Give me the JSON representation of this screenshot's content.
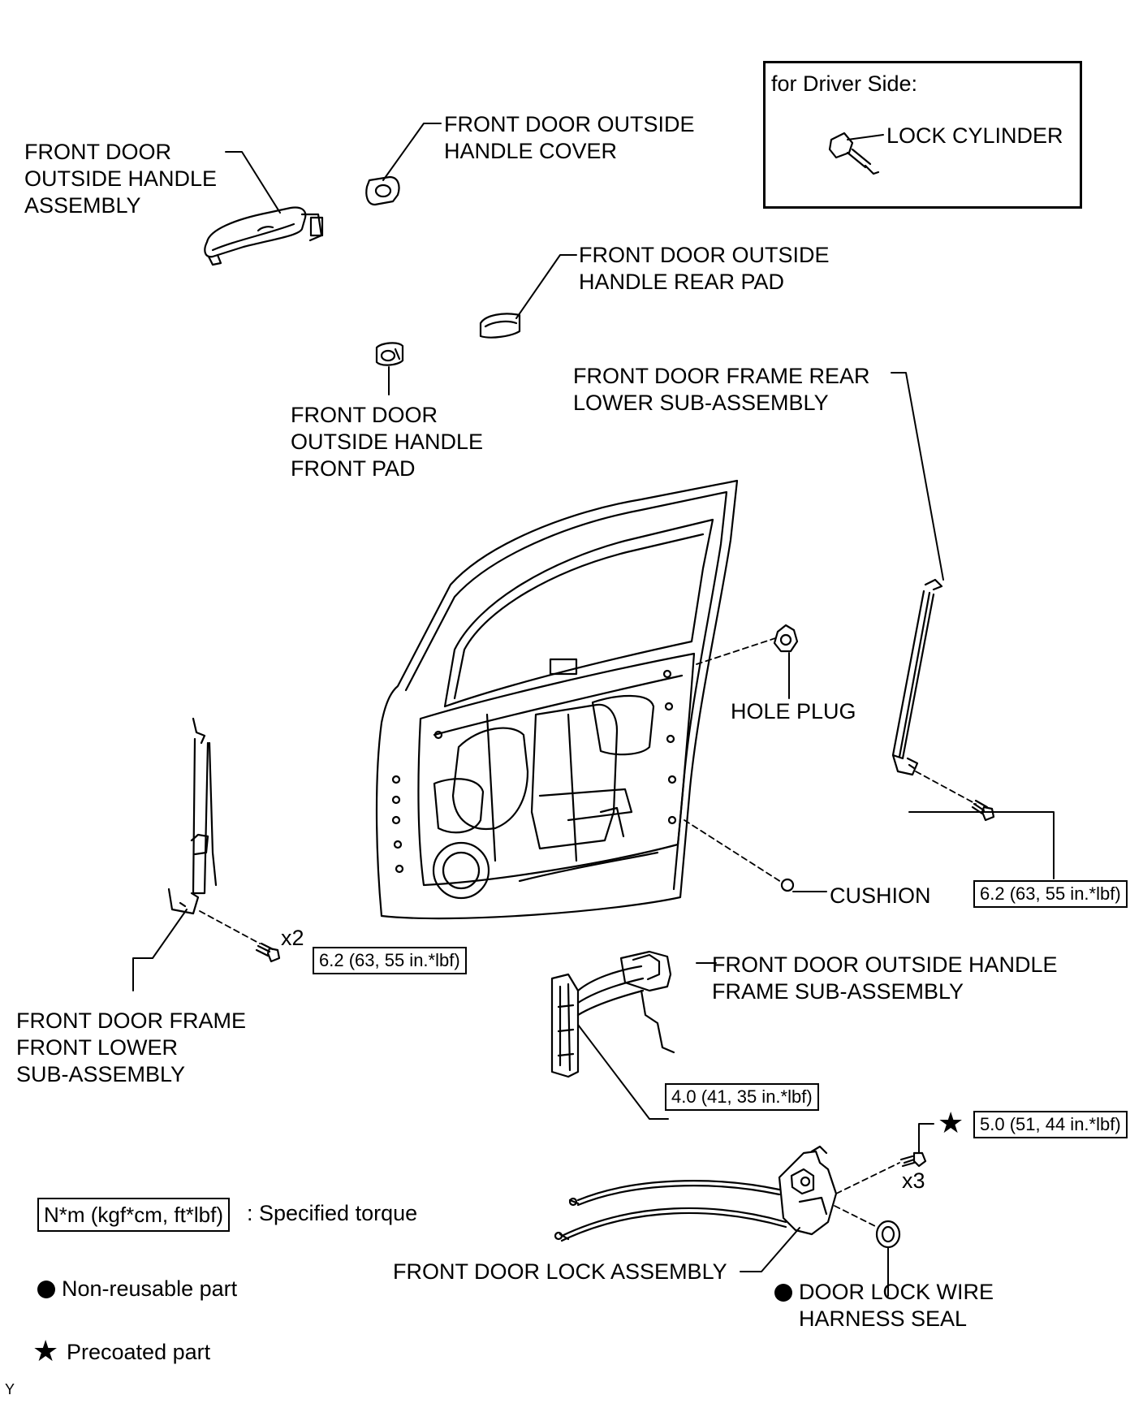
{
  "driver_box": {
    "title": "for Driver Side:",
    "part": "LOCK CYLINDER"
  },
  "labels": {
    "outside_handle_asm": [
      "FRONT DOOR",
      "OUTSIDE HANDLE",
      "ASSEMBLY"
    ],
    "outside_handle_cover": [
      "FRONT DOOR OUTSIDE",
      "HANDLE COVER"
    ],
    "rear_pad": [
      "FRONT DOOR OUTSIDE",
      "HANDLE REAR PAD"
    ],
    "front_pad": [
      "FRONT DOOR",
      "OUTSIDE HANDLE",
      "FRONT PAD"
    ],
    "frame_rear_lower": [
      "FRONT DOOR FRAME REAR",
      "LOWER SUB-ASSEMBLY"
    ],
    "hole_plug": "HOLE PLUG",
    "cushion": "CUSHION",
    "frame_front_lower": [
      "FRONT DOOR FRAME",
      "FRONT LOWER",
      "SUB-ASSEMBLY"
    ],
    "handle_frame": [
      "FRONT DOOR OUTSIDE HANDLE",
      "FRAME SUB-ASSEMBLY"
    ],
    "lock_assembly": "FRONT DOOR LOCK ASSEMBLY",
    "wire_harness_seal": [
      "DOOR LOCK WIRE",
      "HARNESS SEAL"
    ]
  },
  "torques": {
    "rear_lower": "6.2 (63, 55 in.*lbf)",
    "front_lower": "6.2 (63, 55 in.*lbf)",
    "handle_frame": "4.0 (41, 35 in.*lbf)",
    "lock": "5.0 (51, 44 in.*lbf)"
  },
  "quantities": {
    "front_lower_bolts": "x2",
    "lock_screws": "x3"
  },
  "legend": {
    "torque_box": "N*m (kgf*cm, ft*lbf)",
    "torque_text": ": Specified torque",
    "non_reusable": "Non-reusable part",
    "precoated": "Precoated part"
  },
  "corner_mark": "Y"
}
